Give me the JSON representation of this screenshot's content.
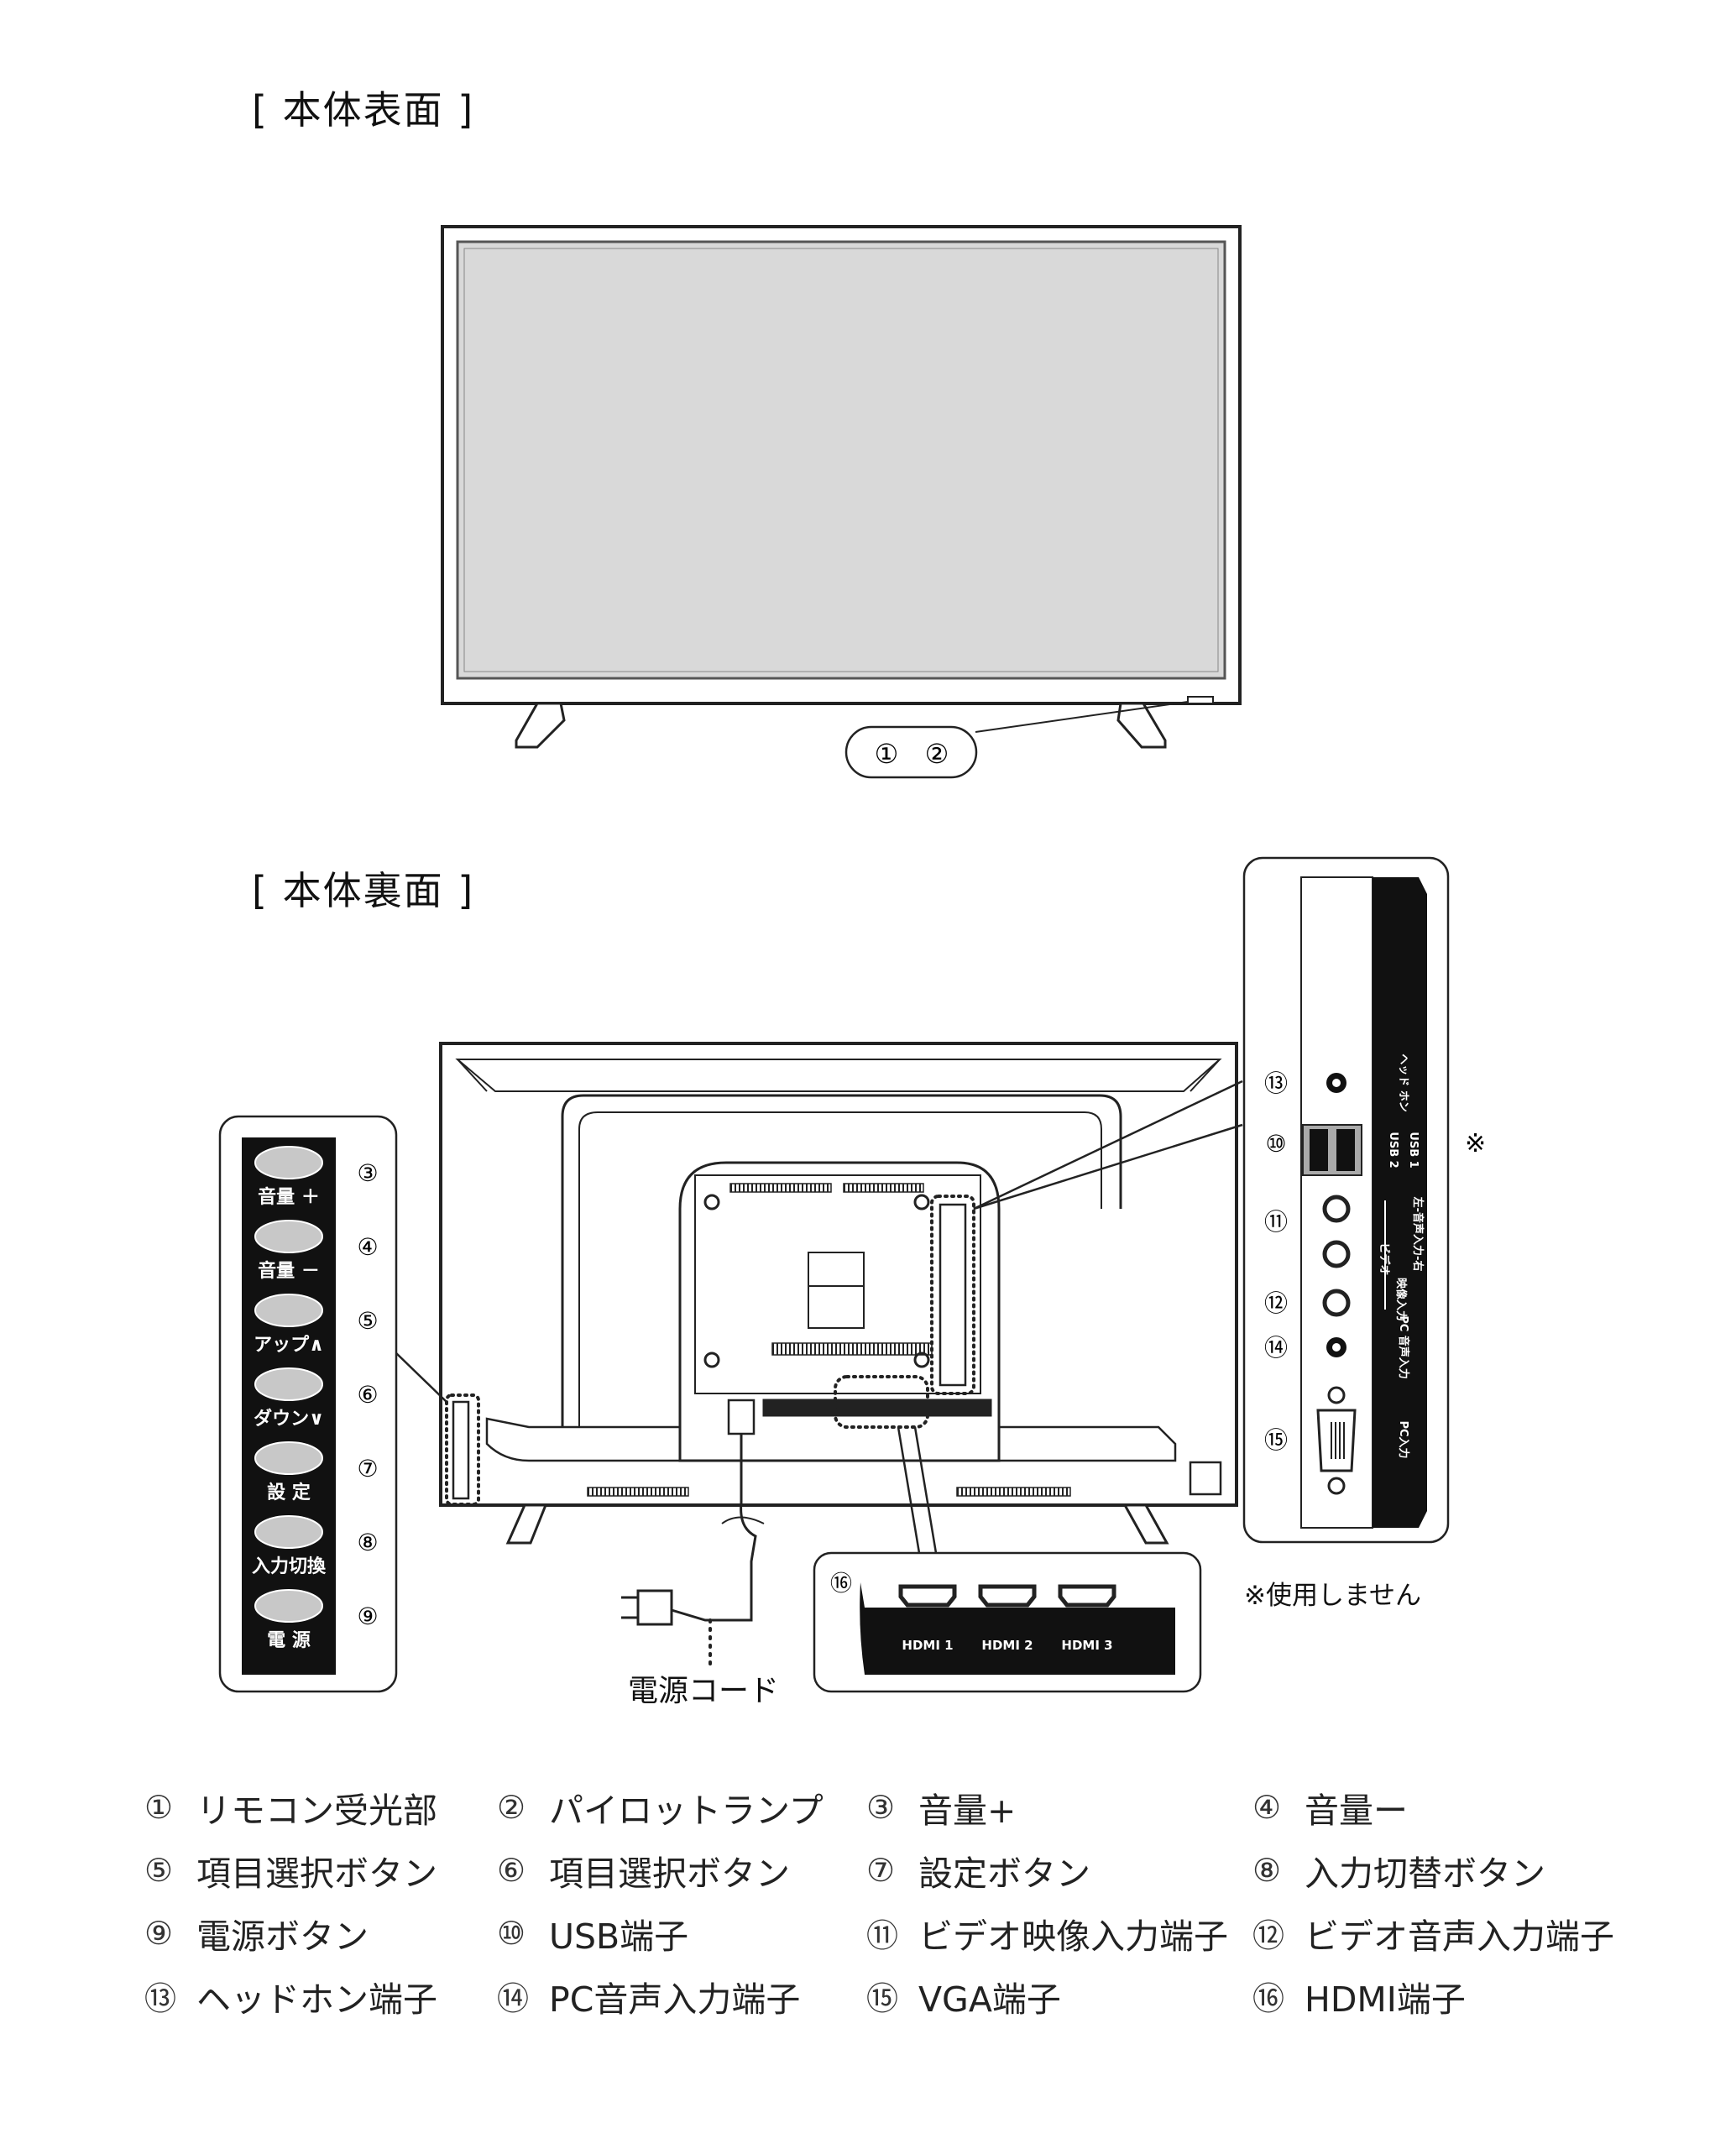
{
  "front_title": "[ 本体表面 ]",
  "back_title": "[ 本体裏面 ]",
  "front_callout": [
    "①",
    "②"
  ],
  "button_panel": [
    {
      "num": "③",
      "label": "音量 ＋"
    },
    {
      "num": "④",
      "label": "音量 －"
    },
    {
      "num": "⑤",
      "label": "アップ∧"
    },
    {
      "num": "⑥",
      "label": "ダウン∨"
    },
    {
      "num": "⑦",
      "label": "設 定"
    },
    {
      "num": "⑧",
      "label": "入力切換"
    },
    {
      "num": "⑨",
      "label": "電 源"
    }
  ],
  "side_panel": {
    "num_13": "⑬",
    "num_10": "⑩",
    "num_11": "⑪",
    "num_12": "⑫",
    "num_14": "⑭",
    "num_15": "⑮",
    "headphone": "ヘッド ホン",
    "usb2": "USB 2",
    "usb1": "USB 1",
    "video_group": "ビデオ",
    "video_in": "映像入力",
    "audio_lr": "左-音声入力-右",
    "pc_audio": "PC 音声入力",
    "pc_in": "PC入力",
    "asterisk": "※"
  },
  "hdmi_panel": {
    "num": "⑯",
    "ports": [
      "HDMI 1",
      "HDMI 2",
      "HDMI 3"
    ]
  },
  "power_cord_label": "電源コード",
  "not_used_note": "※使用しません",
  "legend": [
    {
      "num": "①",
      "label": "リモコン受光部"
    },
    {
      "num": "②",
      "label": "パイロットランプ"
    },
    {
      "num": "③",
      "label": "音量+"
    },
    {
      "num": "④",
      "label": "音量ー"
    },
    {
      "num": "⑤",
      "label": "項目選択ボタン"
    },
    {
      "num": "⑥",
      "label": "項目選択ボタン"
    },
    {
      "num": "⑦",
      "label": "設定ボタン"
    },
    {
      "num": "⑧",
      "label": "入力切替ボタン"
    },
    {
      "num": "⑨",
      "label": "電源ボタン"
    },
    {
      "num": "⑩",
      "label": "USB端子"
    },
    {
      "num": "⑪",
      "label": "ビデオ映像入力端子"
    },
    {
      "num": "⑫",
      "label": "ビデオ音声入力端子"
    },
    {
      "num": "⑬",
      "label": "ヘッドホン端子"
    },
    {
      "num": "⑭",
      "label": "PC音声入力端子"
    },
    {
      "num": "⑮",
      "label": "VGA端子"
    },
    {
      "num": "⑯",
      "label": "HDMI端子"
    }
  ]
}
